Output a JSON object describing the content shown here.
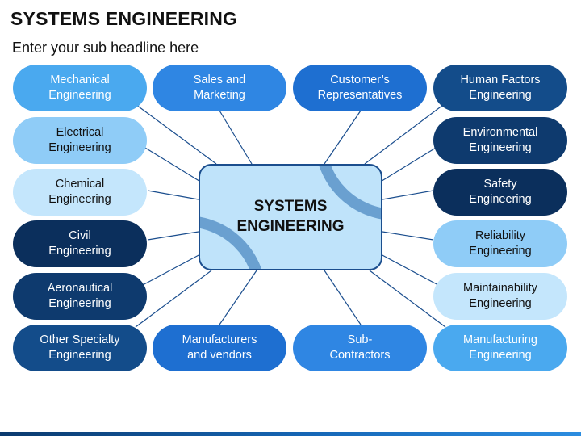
{
  "header": {
    "title": "SYSTEMS ENGINEERING",
    "subtitle": "Enter your sub headline here"
  },
  "center": {
    "label": "SYSTEMS\nENGINEERING"
  },
  "colors": {
    "light_blue": "#4aa9ef",
    "mid_blue": "#2f86e3",
    "pale_blue_1": "#8fccf7",
    "pale_blue_2": "#c4e6fc",
    "navy": "#0b2f5c",
    "dark_blue": "#134c8a",
    "royal_blue": "#1e6fd1",
    "connector": "#1b4e8e"
  },
  "nodes": {
    "mechanical": "Mechanical\nEngineering",
    "sales": "Sales and\nMarketing",
    "customers": "Customer’s\nRepresentatives",
    "human_factors": "Human Factors\nEngineering",
    "electrical": "Electrical\nEngineering",
    "environmental": "Environmental\nEngineering",
    "chemical": "Chemical\nEngineering",
    "safety": "Safety\nEngineering",
    "civil": "Civil\nEngineering",
    "reliability": "Reliability\nEngineering",
    "aeronautical": "Aeronautical\nEngineering",
    "maintainability": "Maintainability\nEngineering",
    "other_specialty": "Other Specialty\nEngineering",
    "manufacturers": "Manufacturers\nand vendors",
    "subcontractors": "Sub-\nContractors",
    "manufacturing": "Manufacturing\nEngineering"
  }
}
